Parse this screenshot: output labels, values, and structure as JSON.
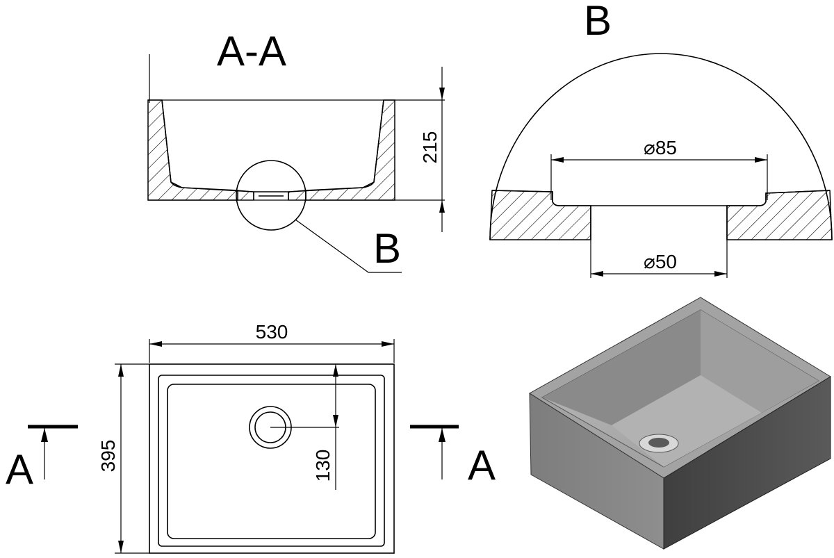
{
  "section": {
    "title": "A-A",
    "depth_dim": "215",
    "detail_callout": "B"
  },
  "detail": {
    "title": "B",
    "outer_diameter": "⌀85",
    "inner_diameter": "⌀50"
  },
  "plan": {
    "width_dim": "530",
    "height_dim": "395",
    "drain_offset_dim": "130",
    "cut_left": "A",
    "cut_right": "A"
  },
  "iso_view": {
    "body_color": "#8c8c8c",
    "inner_color": "#a9a9a9",
    "dark_face": "#4a4a4a"
  }
}
